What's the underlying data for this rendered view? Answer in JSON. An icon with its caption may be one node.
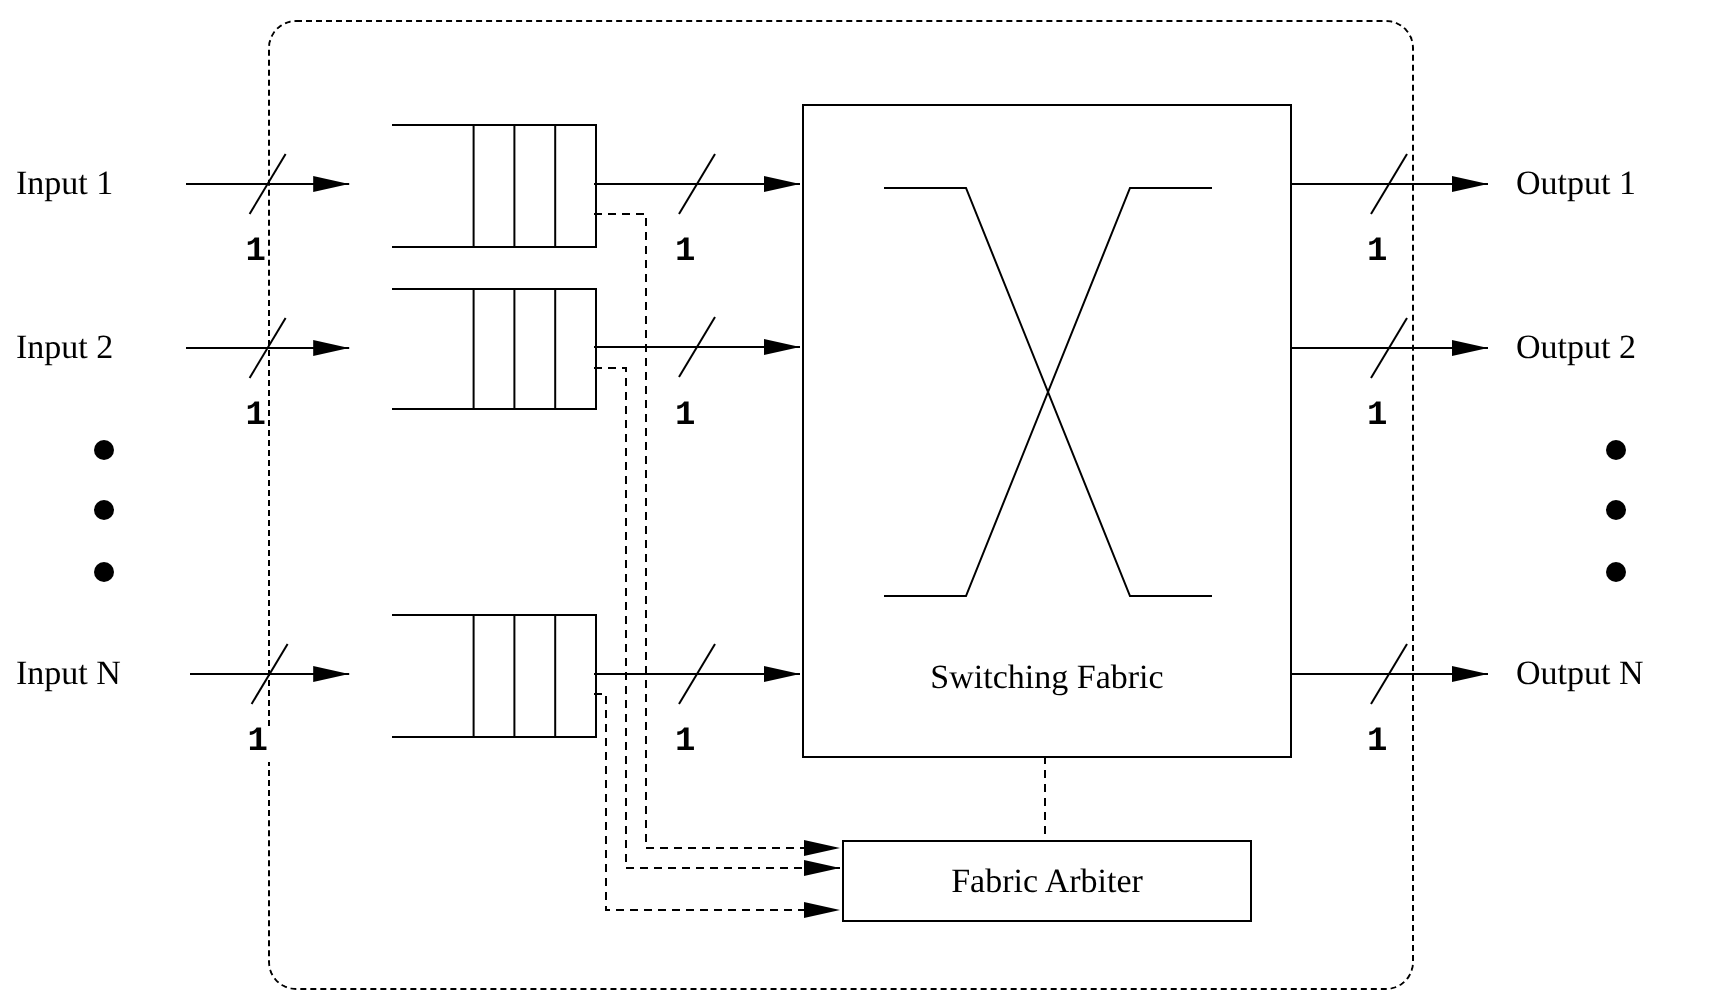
{
  "diagram": {
    "nodes": [
      {
        "text": [],
        "shape": "box"
      },
      {
        "text": [
          "Input 1"
        ]
      },
      {
        "text": [
          "Input 2"
        ]
      },
      {
        "text": [
          "Input N"
        ]
      },
      {
        "text": [],
        "shape": "queue",
        "in": 0
      },
      {
        "text": [],
        "shape": "queue",
        "in": 0
      },
      {
        "text": [],
        "shape": "queue",
        "in": 0
      },
      {
        "text": [
          "Switching Fabric"
        ],
        "in": 0
      },
      {
        "text": [
          "Fabric Arbiter"
        ],
        "in": 0
      },
      {
        "text": [
          "Output 1"
        ]
      },
      {
        "text": [
          "Output 2"
        ]
      },
      {
        "text": [
          "Output N"
        ]
      }
    ],
    "edges": [
      {
        "from": 1,
        "to": 4,
        "arrow": "to",
        "label": "1"
      },
      {
        "from": 2,
        "to": 5,
        "arrow": "to",
        "label": "1"
      },
      {
        "from": 3,
        "to": 6,
        "arrow": "to",
        "label": "1"
      },
      {
        "from": 4,
        "to": 7,
        "arrow": "to",
        "label": "1"
      },
      {
        "from": 5,
        "to": 7,
        "arrow": "to",
        "label": "1"
      },
      {
        "from": 6,
        "to": 7,
        "arrow": "to",
        "label": "1"
      },
      {
        "from": 7,
        "to": 9,
        "arrow": "to",
        "label": "1"
      },
      {
        "from": 7,
        "to": 10,
        "arrow": "to",
        "label": "1"
      },
      {
        "from": 7,
        "to": 11,
        "arrow": "to",
        "label": "1"
      },
      {
        "from": 4,
        "to": 8,
        "arrow": "to",
        "style": "dashed"
      },
      {
        "from": 5,
        "to": 8,
        "arrow": "to",
        "style": "dashed"
      },
      {
        "from": 6,
        "to": 8,
        "arrow": "to",
        "style": "dashed"
      },
      {
        "from": 7,
        "to": 8,
        "arrow": "none",
        "style": "dashed"
      }
    ]
  }
}
